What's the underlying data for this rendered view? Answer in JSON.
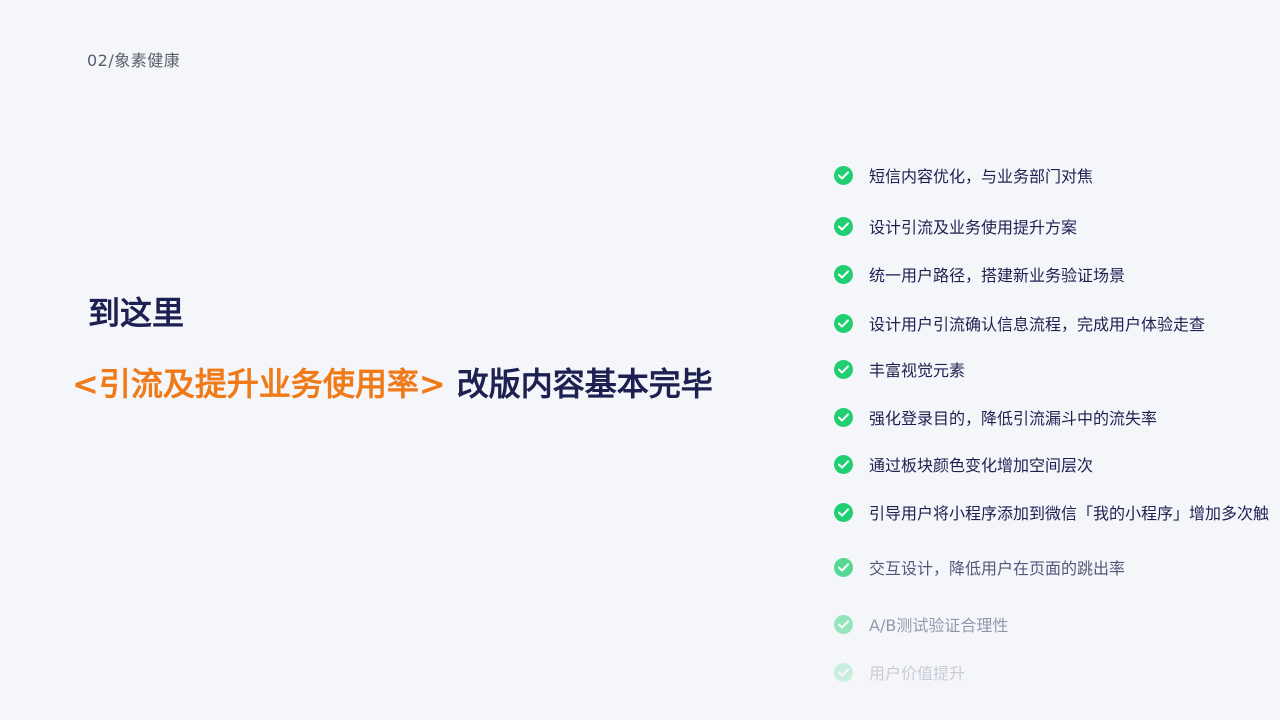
{
  "header": {
    "breadcrumb": "02/象素健康"
  },
  "main": {
    "heading_line1": "到这里",
    "heading_highlight": "<引流及提升业务使用率>",
    "heading_rest": " 改版内容基本完毕"
  },
  "checklist": {
    "check_color": "#21cf73",
    "items": [
      {
        "label": "短信内容优化，与业务部门对焦",
        "icon": "check-circle-icon",
        "opacity": 1.0
      },
      {
        "label": "设计引流及业务使用提升方案",
        "icon": "check-circle-icon",
        "opacity": 1.0
      },
      {
        "label": "统一用户路径，搭建新业务验证场景",
        "icon": "check-circle-icon",
        "opacity": 1.0
      },
      {
        "label": "设计用户引流确认信息流程，完成用户体验走查",
        "icon": "check-circle-icon",
        "opacity": 1.0
      },
      {
        "label": "丰富视觉元素",
        "icon": "check-circle-icon",
        "opacity": 1.0
      },
      {
        "label": "强化登录目的，降低引流漏斗中的流失率",
        "icon": "check-circle-icon",
        "opacity": 1.0
      },
      {
        "label": "通过板块颜色变化增加空间层次",
        "icon": "check-circle-icon",
        "opacity": 1.0
      },
      {
        "label": "引导用户将小程序添加到微信「我的小程序」增加多次触",
        "icon": "check-circle-icon",
        "opacity": 1.0
      },
      {
        "label": "交互设计，降低用户在页面的跳出率",
        "icon": "check-circle-icon",
        "opacity": 0.75
      },
      {
        "label": "A/B测试验证合理性",
        "icon": "check-circle-icon",
        "opacity": 0.45
      },
      {
        "label": "用户价值提升",
        "icon": "check-circle-icon",
        "opacity": 0.2
      }
    ]
  }
}
